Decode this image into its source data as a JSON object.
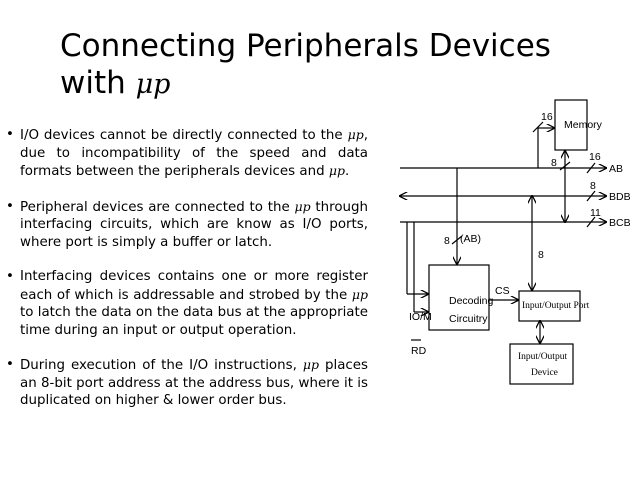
{
  "slide": {
    "title_line1": "Connecting Peripherals Devices",
    "title_line2": "with ",
    "mu": "μp"
  },
  "bullets": [
    {
      "marker": "•",
      "parts": [
        "I/O devices cannot be directly connected to the ",
        ", due to incompatibility of the speed and data formats between the peripherals devices and ",
        "."
      ]
    },
    {
      "marker": "•",
      "parts": [
        "Peripheral devices are connected to the ",
        " through interfacing circuits, which are know as I/O ports, where port is simply a buffer or latch."
      ]
    },
    {
      "marker": "•",
      "parts": [
        "Interfacing devices contains one or more register each of which is addressable and strobed by the ",
        " to latch the data on the data bus at the appropriate time during an input or output operation."
      ]
    },
    {
      "marker": "•",
      "parts": [
        "During execution of the I/O instructions, ",
        " places an 8-bit port address at the address bus, where it is duplicated on higher & lower order bus."
      ]
    }
  ],
  "diagram": {
    "memory": "Memory",
    "bus_ab": "AB",
    "bus_bdb": "BDB",
    "bus_bcb": "BCB",
    "width_16_top": "16",
    "width_16_ab": "16",
    "width_8_mem": "8",
    "width_8_bdb": "8",
    "width_11_bcb": "11",
    "width_8_ab_tap": "8",
    "ab_tap_label": "(AB)",
    "width_8_data": "8",
    "decoding_line1": "Decoding",
    "decoding_line2": "Circuitry",
    "cs": "CS",
    "io_m": "IO/M",
    "rd": "RD",
    "io_port": "Input/Output Port",
    "io_device_line1": "Input/Output",
    "io_device_line2": "Device"
  }
}
